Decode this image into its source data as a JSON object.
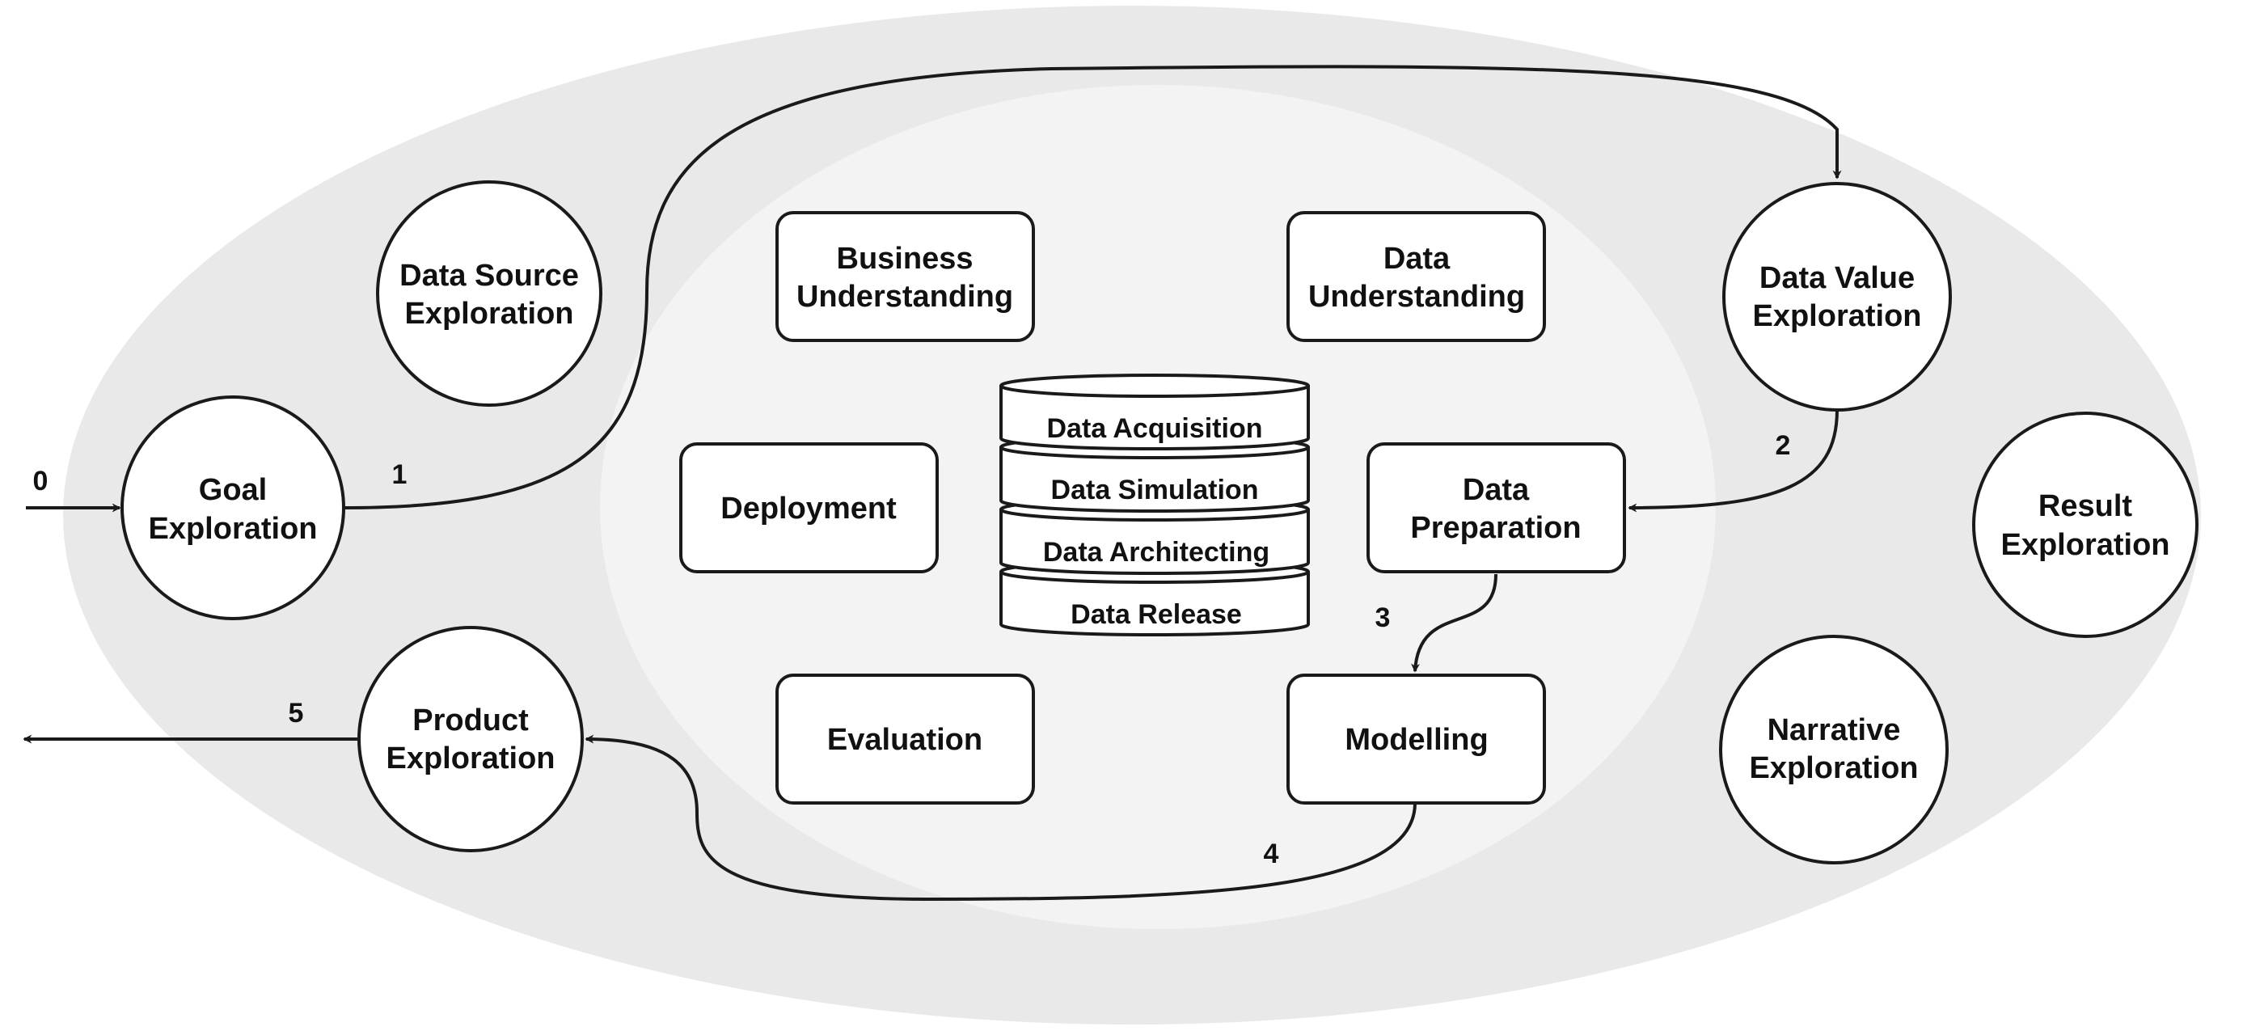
{
  "outer_circles": {
    "goal": [
      "Goal",
      "Exploration"
    ],
    "data_source": [
      "Data Source",
      "Exploration"
    ],
    "data_value": [
      "Data Value",
      "Exploration"
    ],
    "result": [
      "Result",
      "Exploration"
    ],
    "narrative": [
      "Narrative",
      "Exploration"
    ],
    "product": [
      "Product",
      "Exploration"
    ]
  },
  "inner_boxes": {
    "business_understanding": [
      "Business",
      "Understanding"
    ],
    "data_understanding": [
      "Data",
      "Understanding"
    ],
    "deployment": [
      "Deployment"
    ],
    "data_preparation": [
      "Data",
      "Preparation"
    ],
    "evaluation": [
      "Evaluation"
    ],
    "modelling": [
      "Modelling"
    ]
  },
  "data_stack": [
    "Data Acquisition",
    "Data Simulation",
    "Data Architecting",
    "Data Release"
  ],
  "flow_labels": [
    "0",
    "1",
    "2",
    "3",
    "4",
    "5"
  ]
}
